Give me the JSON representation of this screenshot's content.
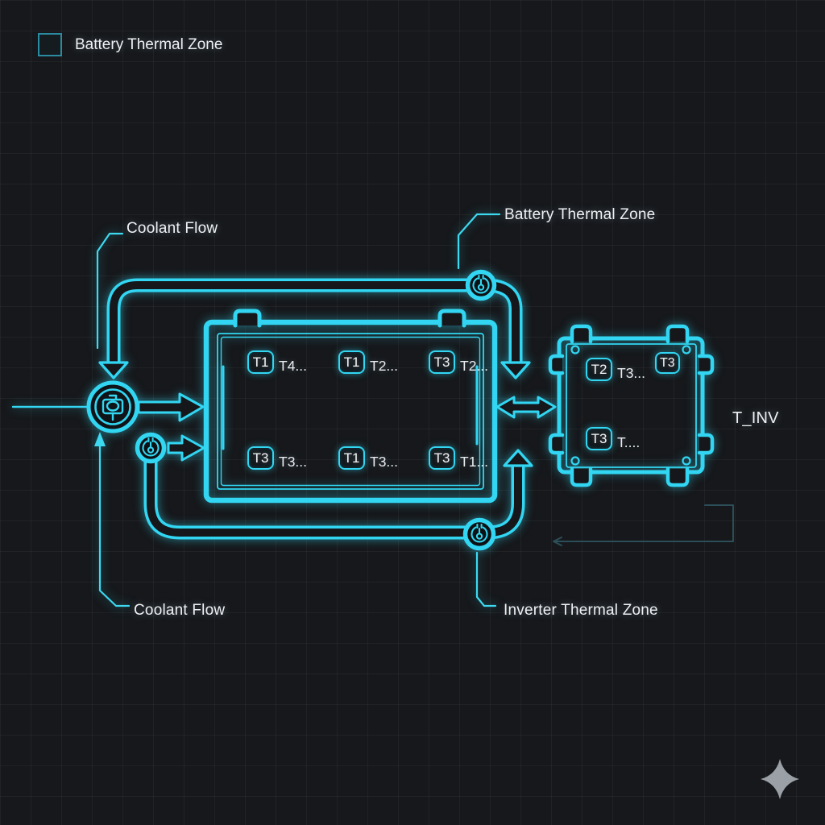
{
  "legend": {
    "label": "Battery Thermal Zone"
  },
  "annotations": {
    "coolant_flow_top": "Coolant Flow",
    "battery_thermal_zone": "Battery Thermal Zone",
    "coolant_flow_bottom": "Coolant Flow",
    "inverter_thermal_zone": "Inverter Thermal Zone",
    "inverter_temp_label": "T_INV"
  },
  "battery": {
    "sensors": [
      {
        "chip": "T1",
        "reading": "T4..."
      },
      {
        "chip": "T1",
        "reading": "T2..."
      },
      {
        "chip": "T3",
        "reading": "T2..."
      },
      {
        "chip": "T3",
        "reading": "T3..."
      },
      {
        "chip": "T1",
        "reading": "T3..."
      },
      {
        "chip": "T3",
        "reading": "T1..."
      }
    ]
  },
  "inverter": {
    "sensors": [
      {
        "chip": "T2",
        "reading": "T3..."
      },
      {
        "chip": "T3",
        "reading": ""
      },
      {
        "chip": "T3",
        "reading": "T...."
      }
    ]
  },
  "icons": {
    "pump": "pump-icon",
    "sensor": "temperature-sensor-icon",
    "star": "sparkle-icon"
  },
  "colors": {
    "accent": "#32d6f2",
    "background": "#16181b",
    "text": "#eef1f3",
    "legend_box": "#2b8ba0",
    "dim_path": "#2c4e58",
    "star": "#9aa0a6"
  }
}
